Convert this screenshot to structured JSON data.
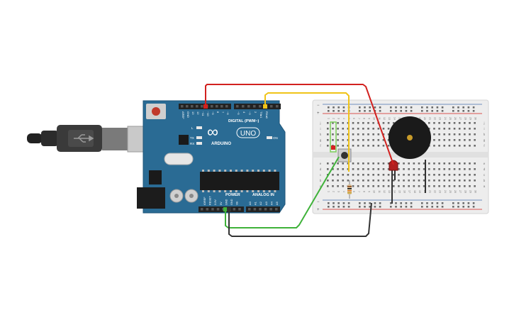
{
  "board": {
    "brand": "ARDUINO",
    "model": "UNO",
    "logo_symbol": "∞",
    "digital_label": "DIGITAL (PWM~)",
    "power_label": "POWER",
    "analog_label": "ANALOG IN",
    "on_label": "ON",
    "led_l_label": "L",
    "led_tx_label": "TX",
    "led_rx_label": "RX",
    "digital_pins": [
      "AREF",
      "GND",
      "13",
      "12",
      "~11",
      "~10",
      "~9",
      "8",
      "7",
      "~6",
      "~5",
      "4",
      "~3",
      "2",
      "TX▸1",
      "RX◂0"
    ],
    "power_pins": [
      "IOREF",
      "RESET",
      "3.3V",
      "5V",
      "GND",
      "GND",
      "Vin"
    ],
    "analog_pins": [
      "A0",
      "A1",
      "A2",
      "A3",
      "A4",
      "A5"
    ]
  },
  "breadboard": {
    "column_numbers": [
      "1",
      "2",
      "3",
      "4",
      "5",
      "6",
      "7",
      "8",
      "9",
      "10",
      "11",
      "12",
      "13",
      "14",
      "15",
      "16",
      "17",
      "18",
      "19",
      "20",
      "21",
      "22",
      "23",
      "24",
      "25",
      "26",
      "27",
      "28",
      "29",
      "30"
    ],
    "rows_top": [
      "j",
      "i",
      "h",
      "g",
      "f"
    ],
    "rows_bottom": [
      "e",
      "d",
      "c",
      "b",
      "a"
    ],
    "rail_minus": "−",
    "rail_plus": "+"
  },
  "colors": {
    "board_blue": "#2a6b94",
    "board_dark": "#1f5579",
    "wire_red": "#d2211f",
    "wire_yellow": "#f0c419",
    "wire_green": "#3fb23a",
    "wire_black": "#333333",
    "breadboard": "#ededed",
    "rail_red": "#d9534f",
    "rail_blue": "#6f8fbf"
  }
}
